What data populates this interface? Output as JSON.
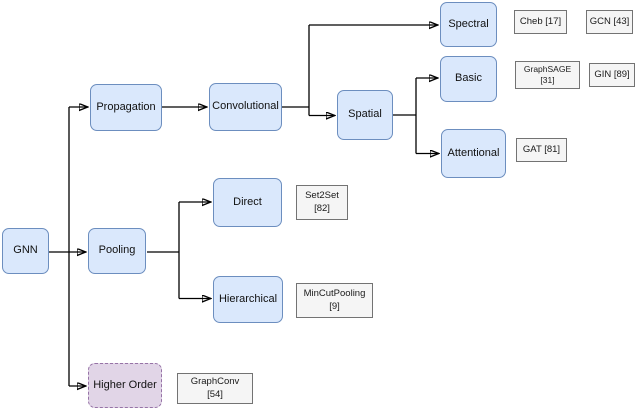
{
  "nodes": {
    "gnn": "GNN",
    "propagation": "Propagation",
    "convolutional": "Convolutional",
    "spectral": "Spectral",
    "spatial": "Spatial",
    "basic": "Basic",
    "attentional": "Attentional",
    "pooling": "Pooling",
    "direct": "Direct",
    "hierarchical": "Hierarchical",
    "higher_order": "Higher Order"
  },
  "references": {
    "cheb": "Cheb [17]",
    "gcn": "GCN [43]",
    "graphsage": "GraphSAGE\n[31]",
    "gin": "GIN [89]",
    "gat": "GAT [81]",
    "set2set": "Set2Set\n[82]",
    "mincutpooling": "MinCutPooling\n[9]",
    "graphconv": "GraphConv\n[54]"
  },
  "colors": {
    "page_bg": "#ffffff",
    "node_fill": "#dae8fc",
    "node_border": "#6c8ebf",
    "highlight_fill": "#e1d5e7",
    "highlight_border": "#9673a6",
    "ref_fill": "#f5f5f5",
    "ref_border": "#737373",
    "line": "#000000"
  }
}
